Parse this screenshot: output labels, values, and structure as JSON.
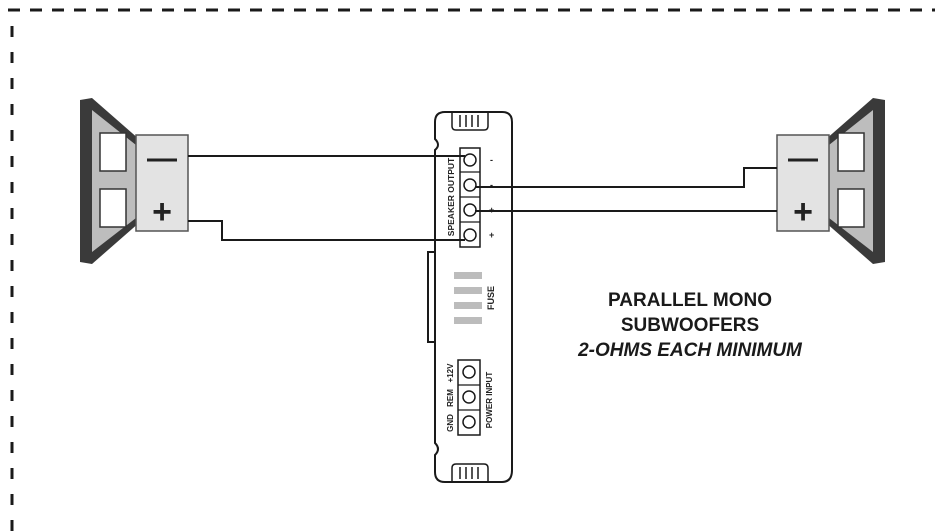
{
  "speakers": {
    "left": {
      "minus_symbol": "—",
      "plus_symbol": "+"
    },
    "right": {
      "minus_symbol": "—",
      "plus_symbol": "+"
    }
  },
  "amplifier": {
    "speaker_output_label": "SPEAKER OUTPUT",
    "terminal_marks": [
      "-",
      "-",
      "+",
      "+"
    ],
    "fuse_label": "FUSE",
    "power_input_label": "POWER INPUT",
    "power_terminals": [
      "+12V",
      "REM",
      "GND"
    ]
  },
  "caption": {
    "line1": "PARALLEL MONO",
    "line2": "SUBWOOFERS",
    "line3": "2-OHMS EACH MINIMUM"
  },
  "colors": {
    "line": "#1a1a1a",
    "speaker_gray": "#bcbcbc",
    "speaker_dark": "#3a3a3a",
    "terminal_box": "#e6e6e6"
  }
}
